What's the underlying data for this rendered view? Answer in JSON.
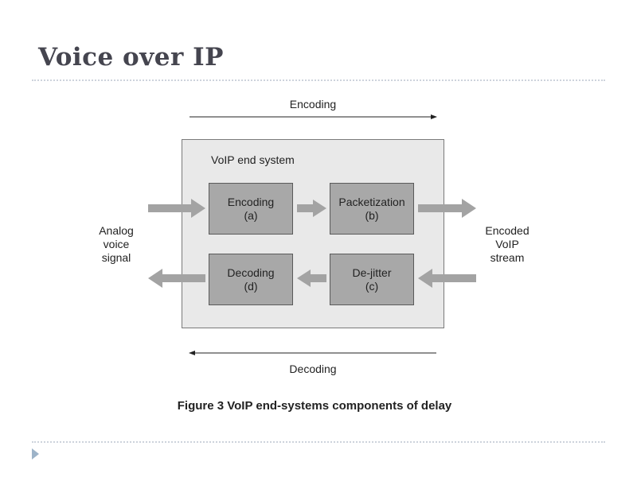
{
  "title": "Voice over IP",
  "diagram": {
    "top_flow_label": "Encoding",
    "bottom_flow_label": "Decoding",
    "system_label": "VoIP end system",
    "left_label": [
      "Analog",
      "voice",
      "signal"
    ],
    "right_label": [
      "Encoded",
      "VoIP",
      "stream"
    ],
    "blocks": [
      {
        "name": "Encoding",
        "tag": "(a)"
      },
      {
        "name": "Packetization",
        "tag": "(b)"
      },
      {
        "name": "De-jitter",
        "tag": "(c)"
      },
      {
        "name": "Decoding",
        "tag": "(d)"
      }
    ]
  },
  "caption": "Figure 3 VoIP end-systems components of delay"
}
